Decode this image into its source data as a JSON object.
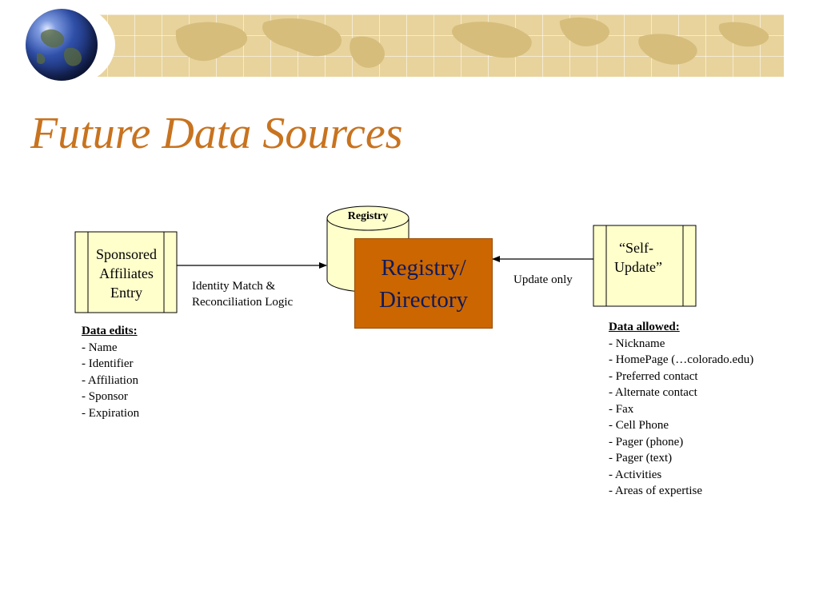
{
  "slide": {
    "title": "Future Data Sources"
  },
  "diagram": {
    "sponsored_box": [
      "Sponsored",
      "Affiliates",
      "Entry"
    ],
    "self_update_box": [
      "“Self-",
      "Update”"
    ],
    "registry_cylinder_label": "Registry",
    "registry_directory": [
      "Registry/",
      "Directory"
    ],
    "left_arrow_label": [
      "Identity Match &",
      "Reconciliation Logic"
    ],
    "right_arrow_label": "Update only"
  },
  "data_edits": {
    "heading": "Data edits:",
    "items": [
      "- Name",
      "- Identifier",
      "- Affiliation",
      "- Sponsor",
      "- Expiration"
    ]
  },
  "data_allowed": {
    "heading": "Data allowed:",
    "items": [
      "- Nickname",
      "- HomePage (…colorado.edu)",
      "- Preferred contact",
      "- Alternate contact",
      "- Fax",
      "- Cell Phone",
      "- Pager (phone)",
      "- Pager (text)",
      "- Activities",
      "- Areas of expertise"
    ]
  },
  "colors": {
    "title": "#c8731f",
    "box_fill": "#ffffcc",
    "registry_directory_fill": "#cc6600",
    "registry_directory_text": "#0f1a5c",
    "banner": "#e8d39c"
  }
}
